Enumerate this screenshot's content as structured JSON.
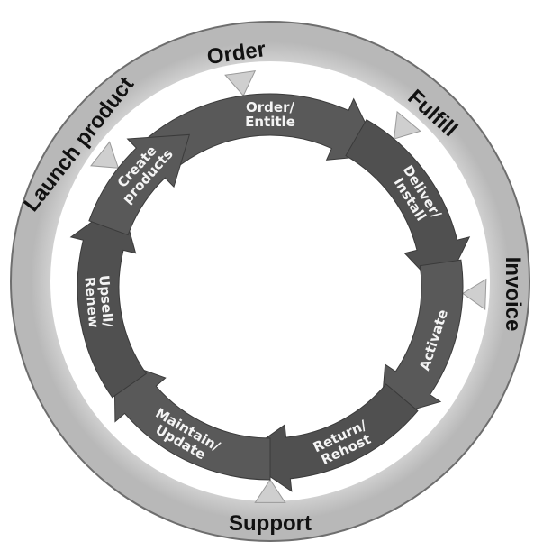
{
  "diagram": {
    "type": "cycle",
    "colors": {
      "outer_ring": "#d2d2d2",
      "outer_ring_edge": "#6e6e6e",
      "arrow_fill": "#5a5a5a",
      "arrow_dark": "#3c3c3c",
      "inner_text": "#f4f4f4",
      "outer_text": "#111111",
      "background": "#ffffff"
    },
    "outer_stages": [
      {
        "id": "order",
        "label": "Order"
      },
      {
        "id": "fulfill",
        "label": "Fulfill"
      },
      {
        "id": "invoice",
        "label": "Invoice"
      },
      {
        "id": "support",
        "label": "Support"
      },
      {
        "id": "launch-product",
        "label": "Launch product"
      }
    ],
    "inner_steps": [
      {
        "id": "order-entitle",
        "lines": [
          "Order/",
          "Entitle"
        ]
      },
      {
        "id": "deliver-install",
        "lines": [
          "Deliver/",
          "Install"
        ]
      },
      {
        "id": "activate",
        "lines": [
          "Activate"
        ]
      },
      {
        "id": "return-rehost",
        "lines": [
          "Return/",
          "Rehost"
        ]
      },
      {
        "id": "maintain-update",
        "lines": [
          "Maintain/",
          "Update"
        ]
      },
      {
        "id": "upsell-renew",
        "lines": [
          "Upsell/",
          "Renew"
        ]
      },
      {
        "id": "create-products",
        "lines": [
          "Create",
          "products"
        ]
      }
    ]
  }
}
